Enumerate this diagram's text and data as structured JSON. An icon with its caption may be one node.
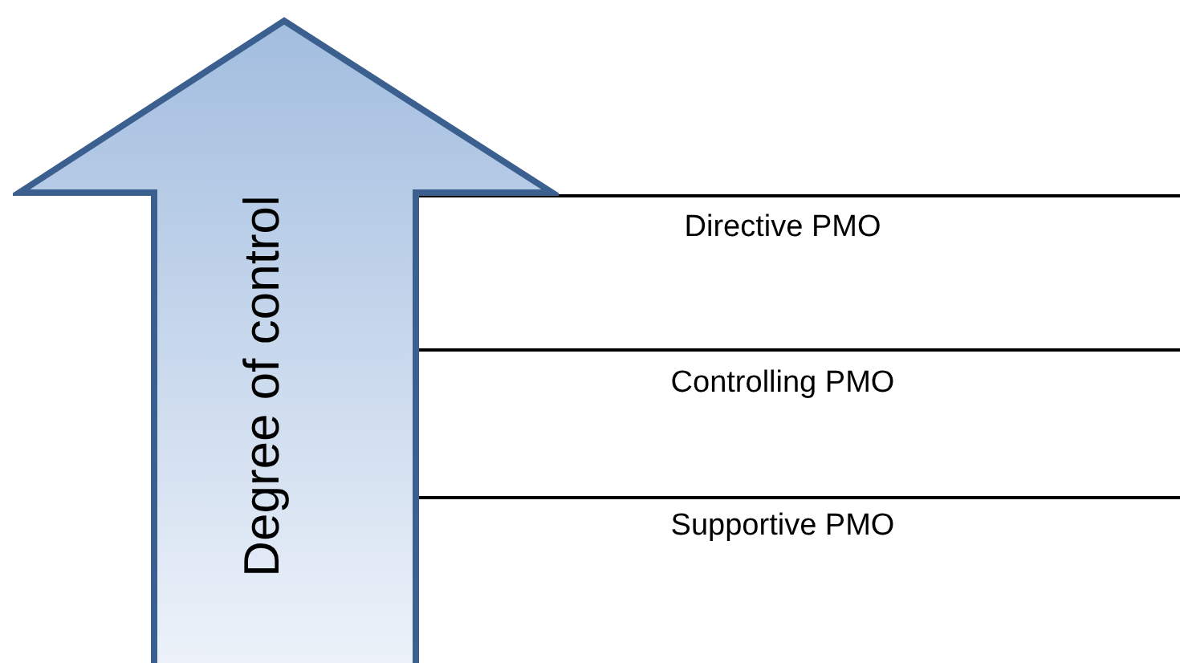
{
  "diagram": {
    "nodes": [
      {
        "text": [
          "Degree of control"
        ]
      }
    ],
    "labels": [
      "Directive PMO",
      "Controlling PMO",
      "Supportive PMO"
    ]
  }
}
